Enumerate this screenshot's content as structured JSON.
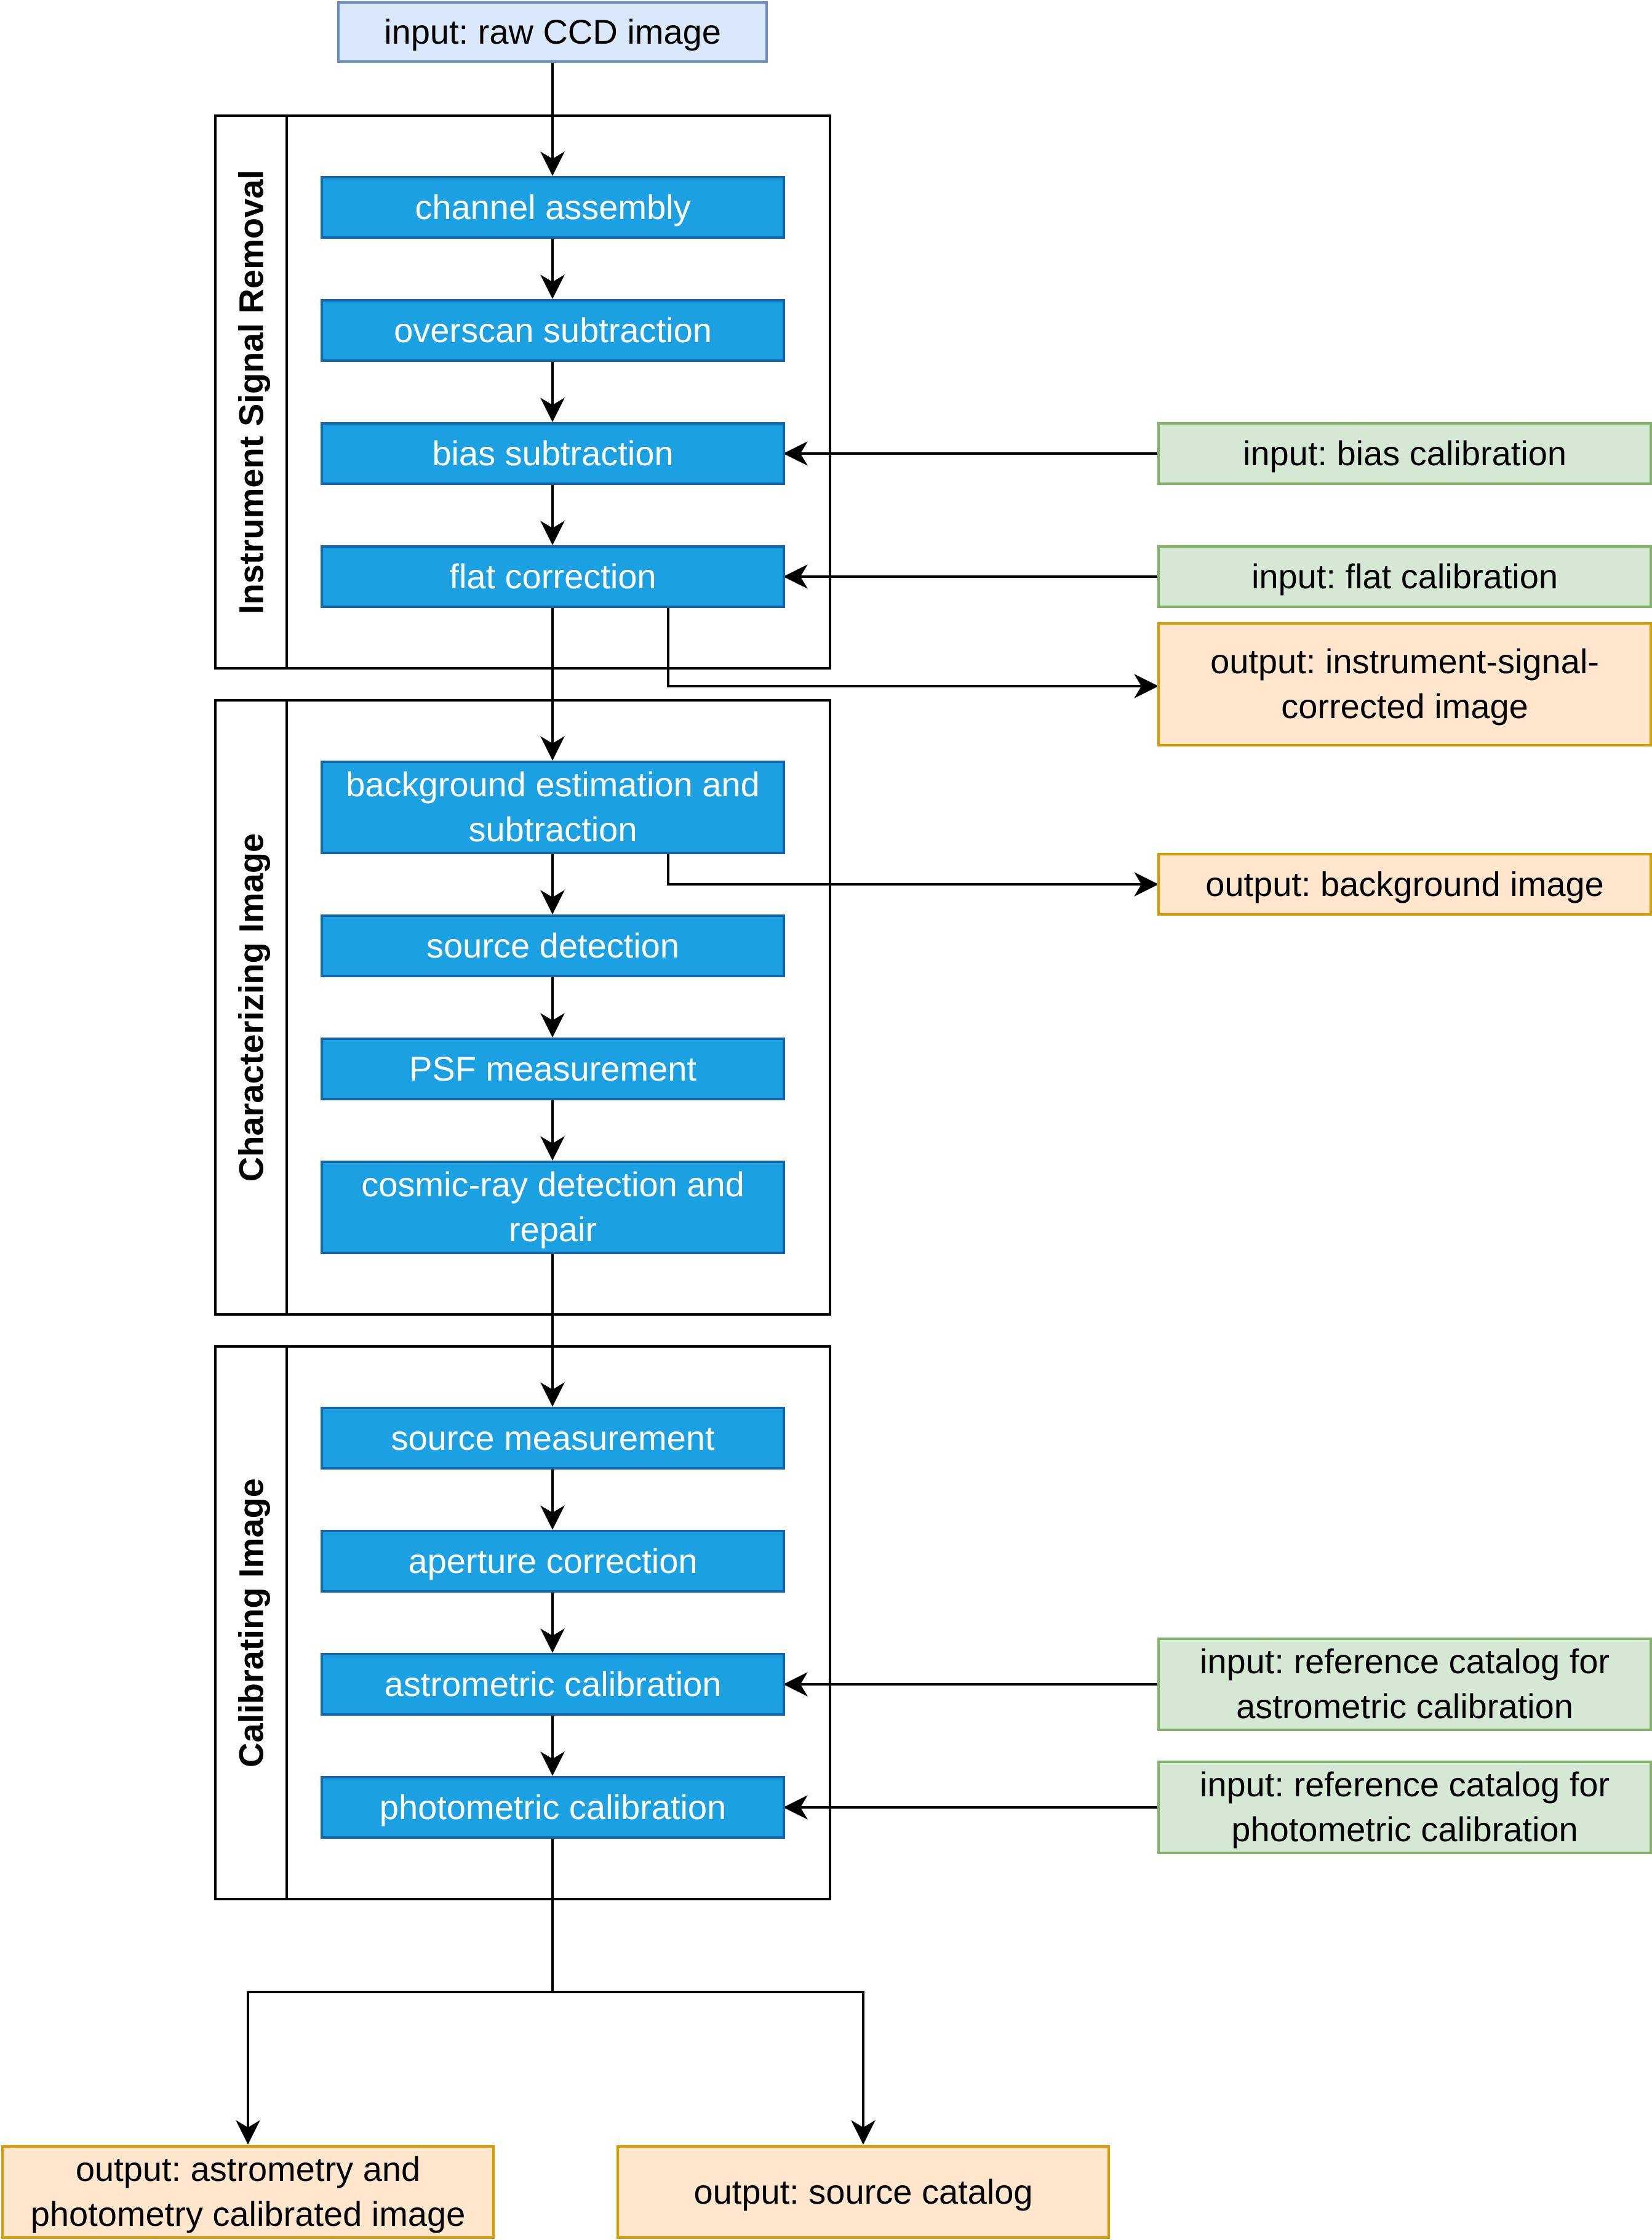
{
  "input_top": "input: raw CCD image",
  "groups": [
    {
      "title": "Instrument Signal Removal",
      "steps": [
        "channel assembly",
        "overscan subtraction",
        "bias subtraction",
        "flat correction"
      ]
    },
    {
      "title": "Characterizing Image",
      "steps": [
        "background estimation and subtraction",
        "source detection",
        "PSF measurement",
        "cosmic-ray detection and repair"
      ]
    },
    {
      "title": "Calibrating Image",
      "steps": [
        "source measurement",
        "aperture correction",
        "astrometric calibration",
        "photometric calibration"
      ]
    }
  ],
  "inputs": {
    "bias": "input: bias calibration",
    "flat": "input: flat calibration",
    "ref_astrometric": "input: reference catalog for astrometric calibration",
    "ref_photometric": "input: reference catalog for photometric calibration"
  },
  "outputs": {
    "instrument_signal_corrected": "output: instrument-signal-corrected image",
    "background": "output: background image",
    "calibrated_image": "output: astrometry and photometry calibrated image",
    "source_catalog": "output: source catalog"
  },
  "colors": {
    "step_fill": "#1ba1e2",
    "step_border": "#1266a7",
    "input_top_fill": "#dae8fc",
    "input_fill": "#d5e8d4",
    "output_fill": "#ffe6cc",
    "arrow": "#000000"
  }
}
